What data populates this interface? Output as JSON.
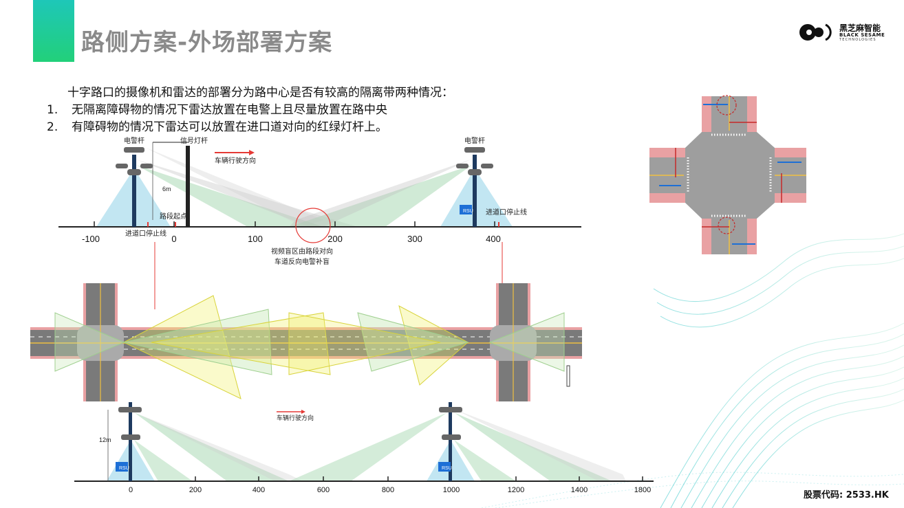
{
  "title": "路侧方案-外场部署方案",
  "logo": {
    "cn": "黑芝麻智能",
    "en": "BLACK SESAME",
    "en_sub": "TECHNOLOGIES"
  },
  "intro": "十字路口的摄像机和雷达的部署分为路中心是否有较高的隔离带两种情况：",
  "points": [
    {
      "num": "1.",
      "text": "无隔离障碍物的情况下雷达放置在电警上且尽量放置在路中央"
    },
    {
      "num": "2.",
      "text": "有障碍物的情况下雷达可以放置在进口道对向的红绿灯杆上。"
    }
  ],
  "top_diagram": {
    "pole_label": "电警杆",
    "signal_label": "信号灯杆",
    "direction_label": "车辆行驶方向",
    "height_label": "6m",
    "segment_start": "路段起点",
    "stopline_left": "进道口停止线",
    "stopline_right": "进道口停止线",
    "blind_note_1": "视频盲区由路段对向",
    "blind_note_2": "车道反向电警补盲",
    "ticks": [
      "-100",
      "0",
      "100",
      "200",
      "300",
      "400"
    ],
    "device_label": "RSU"
  },
  "bottom_diagram": {
    "direction_label": "车辆行驶方向",
    "height_label": "12m",
    "ticks": [
      "0",
      "200",
      "400",
      "600",
      "800",
      "1000",
      "1200",
      "1400",
      "1800"
    ],
    "device_label": "RSU"
  },
  "stock_code": "股票代码: 2533.HK",
  "colors": {
    "accent_start": "#1ec7b8",
    "accent_end": "#22d07a",
    "title": "#8a8a8a",
    "red": "#e53935",
    "cam_cone": "#a8dcec",
    "radar_cone": "#a9d9b4",
    "yellow_beam": "#f2f06a"
  }
}
